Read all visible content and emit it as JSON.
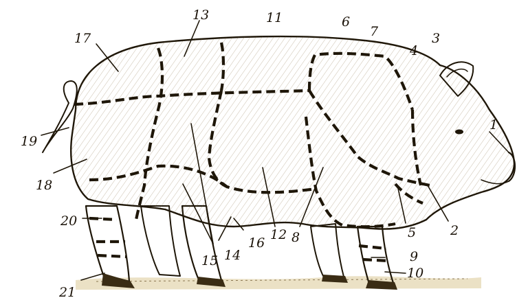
{
  "diagram": {
    "subject": "pig-carcass-cut-map",
    "colors": {
      "paper": "#ffffff",
      "body": "#f0e2a8",
      "body_light": "#fbf3c8",
      "ink": "#1e1608",
      "ground": "#c9b58a"
    },
    "labels": [
      {
        "id": "1",
        "text": "1"
      },
      {
        "id": "2",
        "text": "2"
      },
      {
        "id": "3",
        "text": "3"
      },
      {
        "id": "4",
        "text": "4"
      },
      {
        "id": "5",
        "text": "5"
      },
      {
        "id": "6",
        "text": "6"
      },
      {
        "id": "7",
        "text": "7"
      },
      {
        "id": "8",
        "text": "8"
      },
      {
        "id": "9",
        "text": "9"
      },
      {
        "id": "10",
        "text": "10"
      },
      {
        "id": "11",
        "text": "11"
      },
      {
        "id": "12",
        "text": "12"
      },
      {
        "id": "13",
        "text": "13"
      },
      {
        "id": "14",
        "text": "14"
      },
      {
        "id": "15",
        "text": "15"
      },
      {
        "id": "16",
        "text": "16"
      },
      {
        "id": "17",
        "text": "17"
      },
      {
        "id": "18",
        "text": "18"
      },
      {
        "id": "19",
        "text": "19"
      },
      {
        "id": "20",
        "text": "20"
      },
      {
        "id": "21",
        "text": "21"
      }
    ]
  }
}
